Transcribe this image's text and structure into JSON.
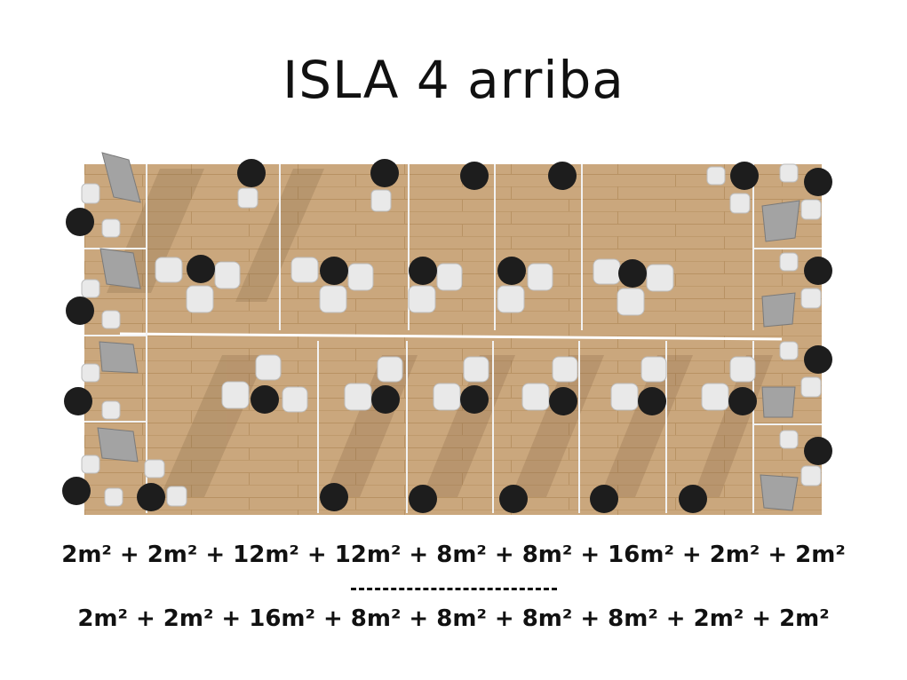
{
  "title": "ISLA 4 arriba",
  "formula_top": "2m² + 2m² + 12m² + 12m² + 8m² + 8m² + 16m² + 2m² + 2m²",
  "divider": "---------------------------",
  "formula_bottom": "2m² + 2m² + 16m² + 8m² + 8m² + 8m² + 8m² + 2m² + 2m²",
  "colors": {
    "floor": "#c9a67c",
    "floor_dark": "#b08a60",
    "stool": "#1c1c1c",
    "chair": "#e6e6e6",
    "panel": "#9a9a9a",
    "divider_line": "#ffffff"
  }
}
